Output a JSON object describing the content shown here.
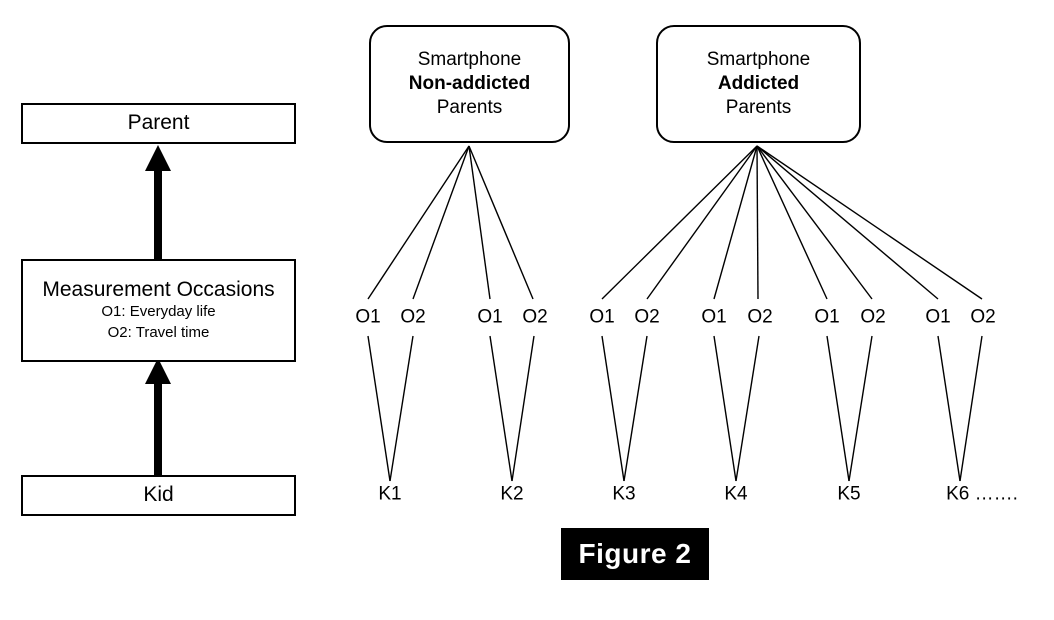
{
  "figure": {
    "tag_label": "Figure 2"
  },
  "left_panel": {
    "levels": [
      {
        "id": "parent",
        "label": "Parent"
      },
      {
        "id": "measurement-occasions",
        "label": "Measurement Occasions",
        "sublabels": [
          "O1: Everyday life",
          "O2: Travel time"
        ]
      },
      {
        "id": "kid",
        "label": "Kid"
      }
    ],
    "arrows": [
      {
        "from": "kid",
        "to": "measurement-occasions",
        "direction": "up"
      },
      {
        "from": "measurement-occasions",
        "to": "parent",
        "direction": "up"
      }
    ]
  },
  "right_panel": {
    "groups": [
      {
        "id": "non-addicted",
        "line1": "Smartphone",
        "line2": "Non-addicted",
        "line3": "Parents",
        "kids": [
          {
            "label": "K1",
            "occasions": [
              "O1",
              "O2"
            ]
          },
          {
            "label": "K2",
            "occasions": [
              "O1",
              "O2"
            ]
          }
        ]
      },
      {
        "id": "addicted",
        "line1": "Smartphone",
        "line2": "Addicted",
        "line3": "Parents",
        "kids": [
          {
            "label": "K3",
            "occasions": [
              "O1",
              "O2"
            ]
          },
          {
            "label": "K4",
            "occasions": [
              "O1",
              "O2"
            ]
          },
          {
            "label": "K5",
            "occasions": [
              "O1",
              "O2"
            ]
          },
          {
            "label": "K6 …….",
            "occasions": [
              "O1",
              "O2"
            ]
          }
        ]
      }
    ]
  },
  "colors": {
    "stroke": "#000000",
    "background": "#ffffff",
    "tag_background": "#000000",
    "tag_text": "#ffffff"
  }
}
